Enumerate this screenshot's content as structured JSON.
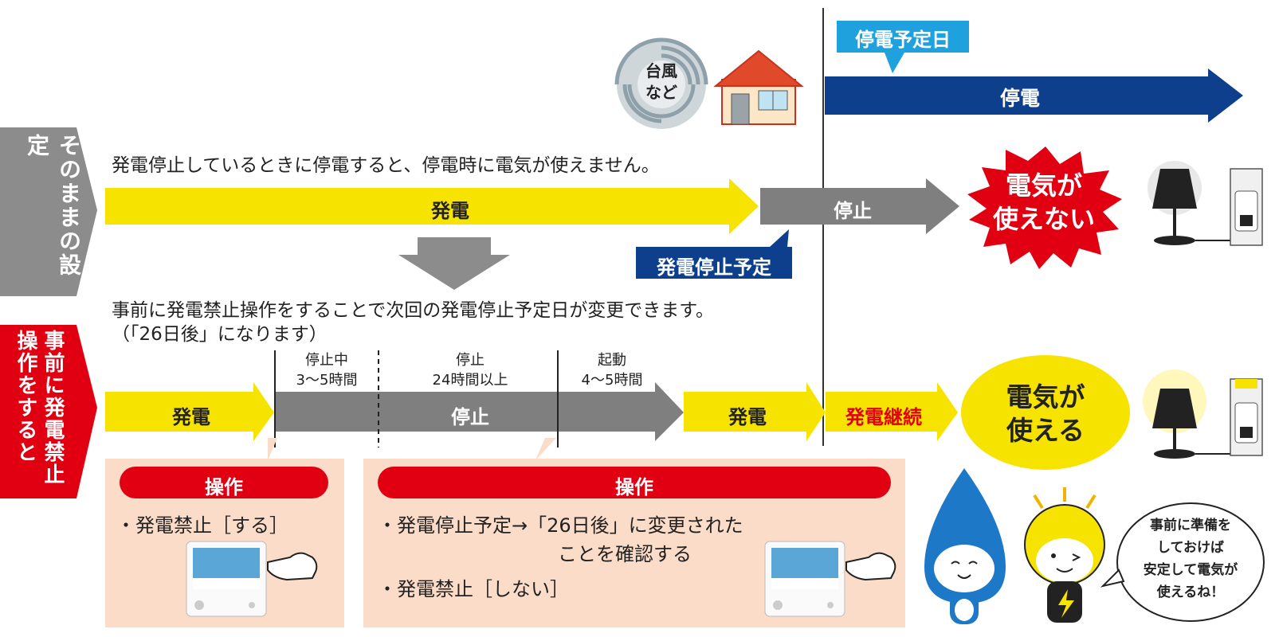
{
  "colors": {
    "yellow": "#f7e300",
    "gray": "#7f7f7f",
    "navy": "#0d3f8c",
    "red": "#e10012",
    "sky": "#1ea1dc",
    "panel": "#fadcc8",
    "dark_gray_band": "#8c8c8c"
  },
  "top": {
    "outage_date_label": "停電予定日",
    "outage_arrow": "停電",
    "typhoon_text": [
      "台風",
      "など"
    ]
  },
  "row1": {
    "side_label": "そのままの設定",
    "description": "発電停止しているときに停電すると、停電時に電気が使えません。",
    "gen_arrow": "発電",
    "stop_arrow": "停止",
    "scheduled_stop_label": "発電停止予定",
    "result_burst": [
      "電気が",
      "使えない"
    ],
    "lamp_state": "off"
  },
  "middle": {
    "description_line1": "事前に発電禁止操作をすることで次回の発電停止予定日が変更できます。",
    "description_line2": "（「26日後」になります）"
  },
  "row2": {
    "side_label_col1": "事前に発電禁止",
    "side_label_col2": "操作をすると",
    "gen_arrow_1": "発電",
    "phases": [
      {
        "title": "停止中",
        "duration": "3〜5時間"
      },
      {
        "title": "停止",
        "duration": "24時間以上"
      },
      {
        "title": "起動",
        "duration": "4〜5時間"
      }
    ],
    "stop_arrow": "停止",
    "gen_arrow_2": "発電",
    "continue_arrow": "発電継続",
    "result_bubble": [
      "電気が",
      "使える"
    ],
    "lamp_state": "on"
  },
  "ops": [
    {
      "header": "操作",
      "items": [
        "・発電禁止［する］"
      ]
    },
    {
      "header": "操作",
      "items": [
        "・発電停止予定→「26日後」に変更された",
        "ことを確認する",
        "・発電禁止［しない］"
      ]
    }
  ],
  "speech": [
    "事前に準備を",
    "しておけば",
    "安定して電気が",
    "使えるね！"
  ],
  "icons": [
    "typhoon-icon",
    "house-icon",
    "lamp-off-icon",
    "lamp-on-icon",
    "outlet-icon",
    "remote-controller-icon",
    "pointing-hand-icon",
    "water-drop-mascot-icon",
    "lightbulb-mascot-icon"
  ]
}
